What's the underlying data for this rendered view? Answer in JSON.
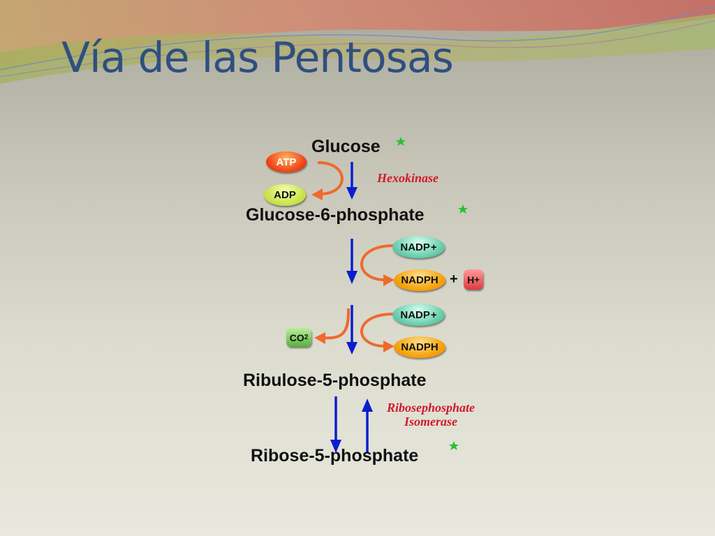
{
  "slide": {
    "title": "Vía de las Pentosas"
  },
  "pathway": {
    "glucose": "Glucose",
    "g6p": "Glucose-6-phosphate",
    "ru5p": "Ribulose-5-phosphate",
    "r5p": "Ribose-5-phosphate"
  },
  "enzymes": {
    "hexokinase": "Hexokinase",
    "isomerase_line1": "Ribosephosphate",
    "isomerase_line2": "Isomerase"
  },
  "cofactors": {
    "atp": "ATP",
    "adp": "ADP",
    "nadp": "NADP",
    "nadp_charge": "+",
    "nadph": "NADPH",
    "plus_sign": "+",
    "h": "H",
    "h_charge": "+",
    "co2": "CO",
    "co2_sub": "2"
  },
  "colors": {
    "main_arrow": "#0a1ecf",
    "side_arrow": "#ee6a2e",
    "star": "#27c22b",
    "title": "#2f4f80",
    "enzyme_text": "#d21a2a"
  }
}
